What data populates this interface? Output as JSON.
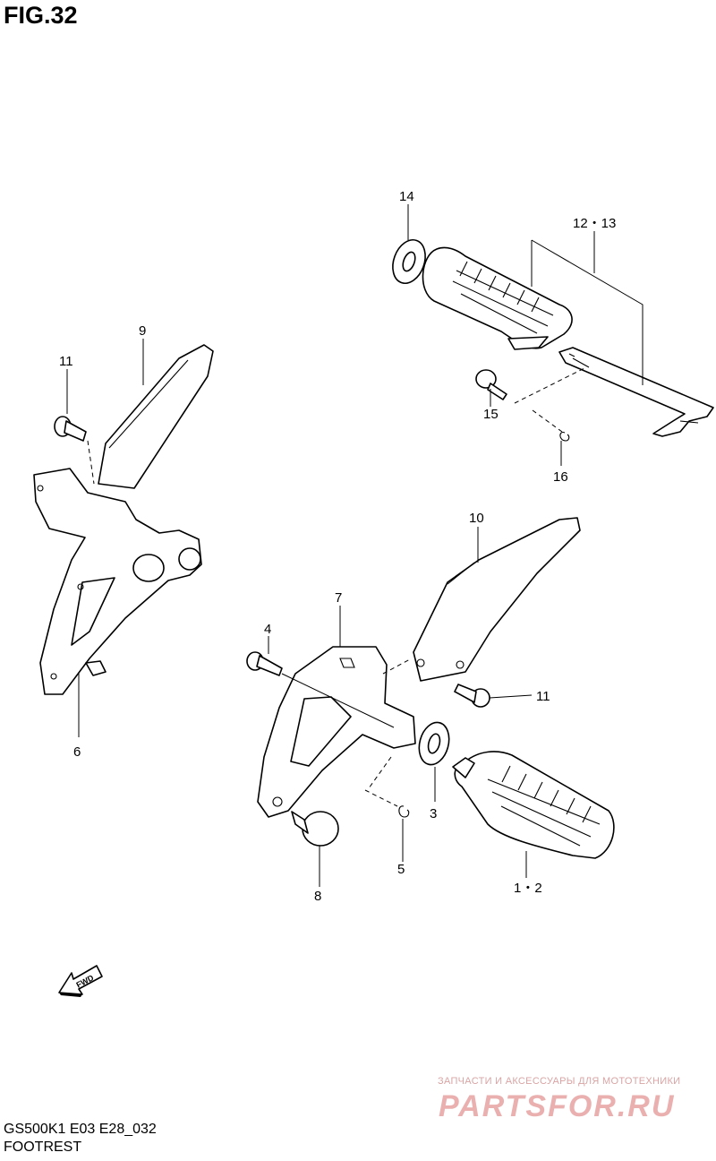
{
  "figure": {
    "number": "FIG.32",
    "code": "GS500K1 E03 E28_032",
    "name": "FOOTREST"
  },
  "callouts": {
    "p1_2": "1・2",
    "p3": "3",
    "p4": "4",
    "p5": "5",
    "p6": "6",
    "p7": "7",
    "p8": "8",
    "p9": "9",
    "p10": "10",
    "p11a": "11",
    "p11b": "11",
    "p12_13": "12・13",
    "p14": "14",
    "p15": "15",
    "p16": "16"
  },
  "direction_arrow": {
    "label": "FWD"
  },
  "watermark": {
    "caption": "ЗАПЧАСТИ И АКСЕССУАРЫ ДЛЯ МОТОТЕХНИКИ",
    "logo": "PARTSFOR.RU",
    "color": "#e8a0a0"
  }
}
